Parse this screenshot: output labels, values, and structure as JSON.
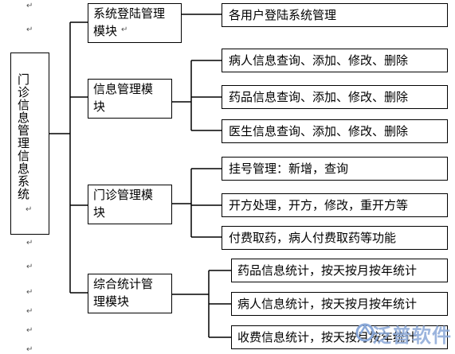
{
  "root": {
    "label": "门诊信息管理信息系统"
  },
  "modules": [
    {
      "label_line1": "系统登陆管理",
      "label_line2": "模块",
      "items": [
        "各用户登陆系统管理"
      ]
    },
    {
      "label_line1": "信息管理模",
      "label_line2": "块",
      "items": [
        "病人信息查询、添加、修改、删除",
        "药品信息查询、添加、修改、删除",
        "医生信息查询、添加、修改、删除"
      ]
    },
    {
      "label_line1": "门诊管理模",
      "label_line2": "块",
      "items": [
        "挂号管理：新增，查询",
        "开方处理，开方，修改，重开方等",
        "付费取药，病人付费取药等功能"
      ]
    },
    {
      "label_line1": "综合统计管",
      "label_line2": "理模块",
      "items": [
        "药品信息统计，按天按月按年统计",
        "病人信息统计，按天按月按年统计",
        "收费信息统计，按天按月按年统计"
      ]
    }
  ],
  "return_mark": "↵",
  "watermark": {
    "text": "泛普软件",
    "color": "#8aa8d8"
  }
}
